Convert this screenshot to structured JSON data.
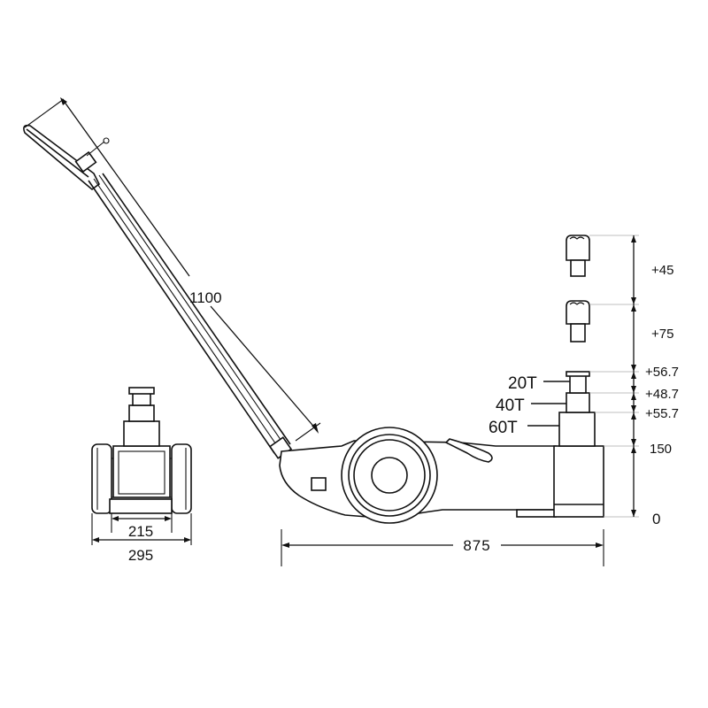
{
  "dimensions": {
    "handle_length": "1100",
    "wheel_inner_width": "215",
    "wheel_outer_width": "295",
    "base_length": "875"
  },
  "capacity_labels": {
    "t20": "20T",
    "t40": "40T",
    "t60": "60T"
  },
  "height_increments": {
    "ext_top": "+45",
    "ext_mid": "+75",
    "stage_20t": "+56.7",
    "stage_40t": "+48.7",
    "stage_60t": "+55.7",
    "min_height": "150",
    "zero": "0"
  }
}
